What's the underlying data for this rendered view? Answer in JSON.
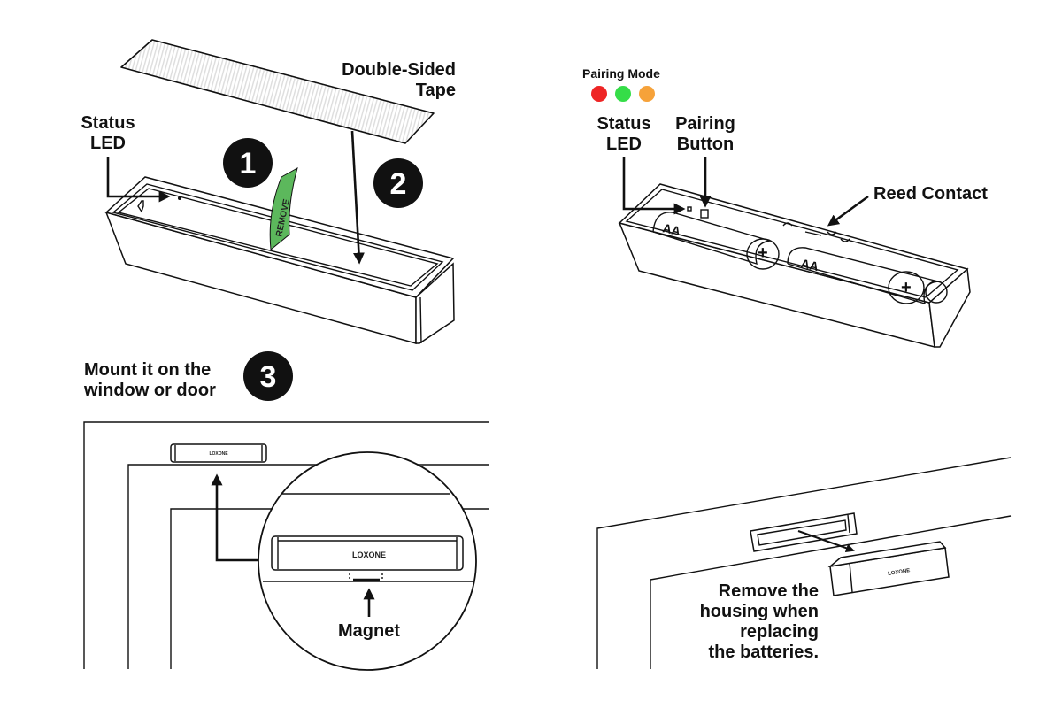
{
  "step1": {
    "number": "1",
    "tape_label": [
      "Double-Sided",
      "Tape"
    ],
    "status_led_label": [
      "Status",
      "LED"
    ],
    "remove_tab_text": "REMOVE",
    "remove_tab_color": "#5cb85c"
  },
  "step2": {
    "number": "2"
  },
  "battery_view": {
    "pairing_mode_label": "Pairing Mode",
    "pairing_mode_colors": [
      "#ee2525",
      "#35dd48",
      "#f6a23a"
    ],
    "status_led_label": [
      "Status",
      "LED"
    ],
    "pairing_button_label": [
      "Pairing",
      "Button"
    ],
    "reed_contact_label": "Reed Contact",
    "battery_labels": [
      "AA",
      "AA"
    ],
    "battery_polarity": [
      "+",
      "+"
    ]
  },
  "step3": {
    "number": "3",
    "instruction": [
      "Mount it on the",
      "window or door"
    ],
    "brand_mark": "LOXONE",
    "magnet_label": "Magnet"
  },
  "removal": {
    "brand_mark": "LOXONE",
    "instruction": [
      "Remove the",
      "housing when",
      "replacing",
      "the batteries."
    ]
  }
}
